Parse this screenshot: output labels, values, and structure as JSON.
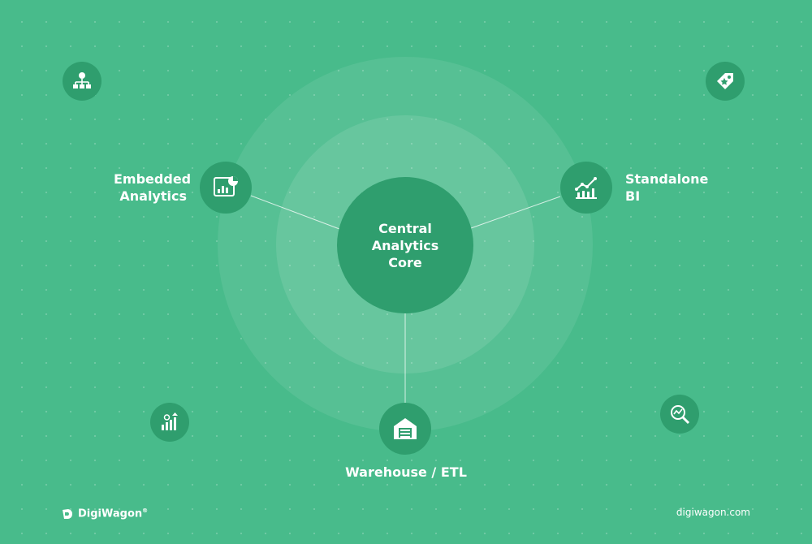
{
  "diagram": {
    "core": {
      "label": "Central Analytics Core"
    },
    "nodes": {
      "embedded": {
        "label_line1": "Embedded",
        "label_line2": "Analytics",
        "icon": "chart-report-icon"
      },
      "standalone": {
        "label_line1": "Standalone",
        "label_line2": "BI",
        "icon": "line-chart-icon"
      },
      "warehouse": {
        "label": "Warehouse / ETL",
        "icon": "warehouse-icon"
      }
    },
    "decorative_icons": [
      "network-icon",
      "tag-icon",
      "growth-bars-icon",
      "search-chart-icon"
    ]
  },
  "footer": {
    "brand": "DigiWagon",
    "brand_mark": "®",
    "website": "digiwagon.com"
  },
  "colors": {
    "background": "#48bb8b",
    "node_fill": "#2f9e6e",
    "text": "#ffffff"
  }
}
